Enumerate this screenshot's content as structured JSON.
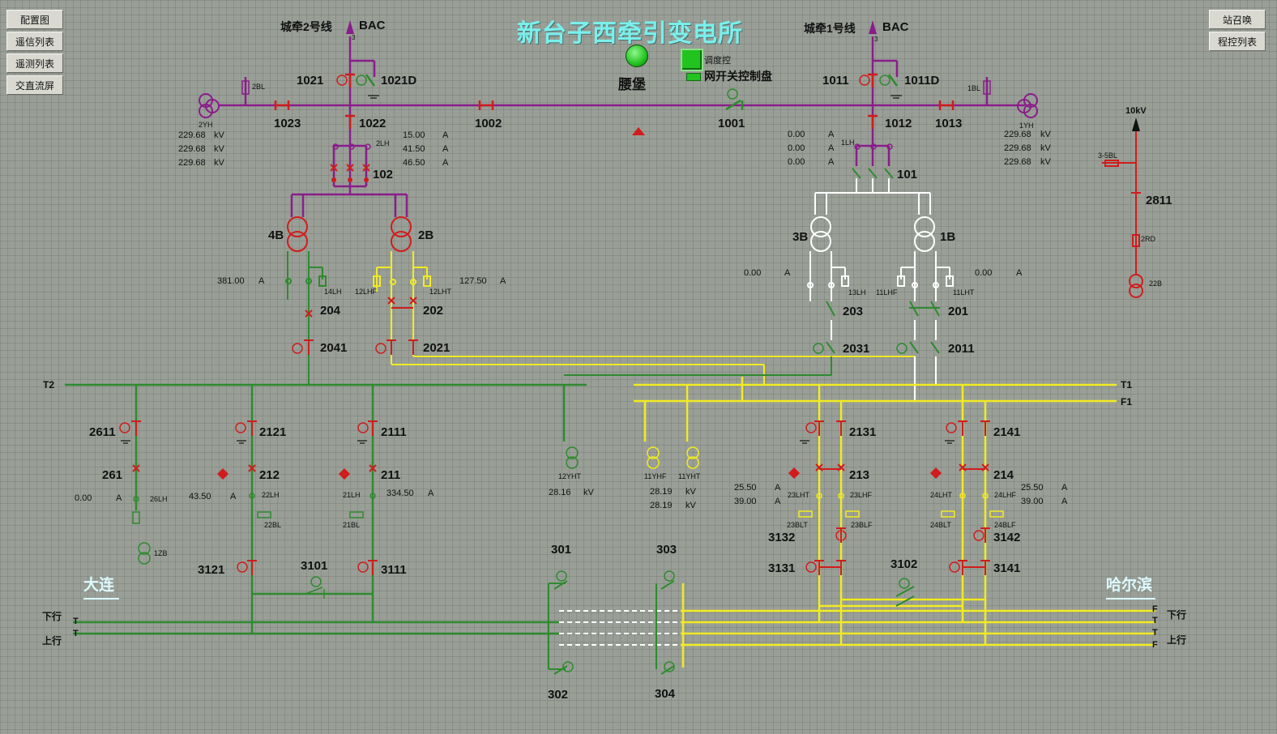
{
  "app_title": "新台子西牵引变电所",
  "station": "腰堡",
  "left_menu": [
    "配置图",
    "遥信列表",
    "遥测列表",
    "交直流屏"
  ],
  "right_menu": [
    "站召唤",
    "程控列表"
  ],
  "legend": {
    "dispatch": "调度控",
    "panel": "网开关控制盘"
  },
  "incoming": {
    "left": {
      "line": "城牵2号线",
      "phase": "BAC",
      "mark": "3"
    },
    "right": {
      "line": "城牵1号线",
      "phase": "BAC",
      "mark": "3"
    }
  },
  "city_left": "大连",
  "city_right": "哈尔滨",
  "bus_labels": {
    "t2": "T2",
    "t1": "T1",
    "f1": "F1",
    "down_l": "下行",
    "up_l": "上行",
    "down_r": "下行",
    "up_r": "上行",
    "lt1": "T",
    "lt2": "T",
    "rf1": "F",
    "rt1": "T",
    "rt2": "T",
    "rf2": "F"
  },
  "devices": {
    "d1021": "1021",
    "d1021D": "1021D",
    "d1023": "1023",
    "d1022": "1022",
    "d1002": "1002",
    "d1001": "1001",
    "d1011": "1011",
    "d1011D": "1011D",
    "d1012": "1012",
    "d1013": "1013",
    "d102": "102",
    "d101": "101",
    "d4B": "4B",
    "d2B": "2B",
    "d3B": "3B",
    "d1B": "1B",
    "d204": "204",
    "d202": "202",
    "d2041": "2041",
    "d2021": "2021",
    "d203": "203",
    "d201": "201",
    "d2031": "2031",
    "d2011": "2011",
    "d2611": "2611",
    "d261": "261",
    "d2121": "2121",
    "d212": "212",
    "d2111": "2111",
    "d211": "211",
    "d2131": "2131",
    "d213": "213",
    "d2141": "2141",
    "d214": "214",
    "d3121": "3121",
    "d3101": "3101",
    "d3111": "3111",
    "d3132": "3132",
    "d3131": "3131",
    "d3102": "3102",
    "d3142": "3142",
    "d3141": "3141",
    "d301": "301",
    "d303": "303",
    "d302": "302",
    "d304": "304",
    "d2811": "2811",
    "d10kV": "10kV"
  },
  "small_labels": {
    "s2BL": "2BL",
    "s1BL": "1BL",
    "s2YH": "2YH",
    "s1YH": "1YH",
    "s2LH": "2LH",
    "s1LH": "1LH",
    "s14LH": "14LH",
    "s12LHF": "12LHF",
    "s12LHT": "12LHT",
    "s13LH": "13LH",
    "s11LHF": "11LHF",
    "s11LHT": "11LHT",
    "s26LH": "26LH",
    "s22LH": "22LH",
    "s22BL": "22BL",
    "s21LH": "21LH",
    "s21BL": "21BL",
    "s1ZB": "1ZB",
    "s12YHT": "12YHT",
    "s11YHF": "11YHF",
    "s11YHT": "11YHT",
    "s23LHT": "23LHT",
    "s23LHF": "23LHF",
    "s23BLT": "23BLT",
    "s23BLF": "23BLF",
    "s24LHT": "24LHT",
    "s24LHF": "24LHF",
    "s24BLT": "24BLT",
    "s24BLF": "24BLF",
    "s35BL": "3-5BL",
    "s2RD": "2RD",
    "s22B": "22B"
  },
  "measurements": {
    "yh2": [
      {
        "v": "229.68",
        "u": "kV"
      },
      {
        "v": "229.68",
        "u": "kV"
      },
      {
        "v": "229.68",
        "u": "kV"
      }
    ],
    "i2": [
      {
        "v": "15.00",
        "u": "A"
      },
      {
        "v": "41.50",
        "u": "A"
      },
      {
        "v": "46.50",
        "u": "A"
      }
    ],
    "i1": [
      {
        "v": "0.00",
        "u": "A"
      },
      {
        "v": "0.00",
        "u": "A"
      },
      {
        "v": "0.00",
        "u": "A"
      }
    ],
    "yh1": [
      {
        "v": "229.68",
        "u": "kV"
      },
      {
        "v": "229.68",
        "u": "kV"
      },
      {
        "v": "229.68",
        "u": "kV"
      }
    ],
    "t4b": {
      "v": "381.00",
      "u": "A"
    },
    "t2b": {
      "v": "127.50",
      "u": "A"
    },
    "t3b": {
      "v": "0.00",
      "u": "A"
    },
    "t1b": {
      "v": "0.00",
      "u": "A"
    },
    "f261": {
      "v": "0.00",
      "u": "A"
    },
    "f212": {
      "v": "43.50",
      "u": "A"
    },
    "f211": {
      "v": "334.50",
      "u": "A"
    },
    "v12yht": {
      "v": "28.16",
      "u": "kV"
    },
    "v11": [
      {
        "v": "28.19",
        "u": "kV"
      },
      {
        "v": "28.19",
        "u": "kV"
      }
    ],
    "f213": [
      {
        "v": "25.50",
        "u": "A"
      },
      {
        "v": "39.00",
        "u": "A"
      }
    ],
    "f214": [
      {
        "v": "25.50",
        "u": "A"
      },
      {
        "v": "39.00",
        "u": "A"
      }
    ]
  },
  "colors": {
    "live_110": "#8a1d8a",
    "feeder_red": "#d01c1c",
    "bus_green": "#2f8a2f",
    "bus_yellow": "#f2ea22",
    "off_white": "#ffffff",
    "title_cyan": "#7af0ec",
    "indicator_green": "#22c21f"
  },
  "icons": [
    "up-arrow-icon",
    "motor-icon",
    "ground-icon",
    "transformer-icon",
    "triangle-warning-icon",
    "diamond-alarm-icon",
    "status-led-icon"
  ]
}
